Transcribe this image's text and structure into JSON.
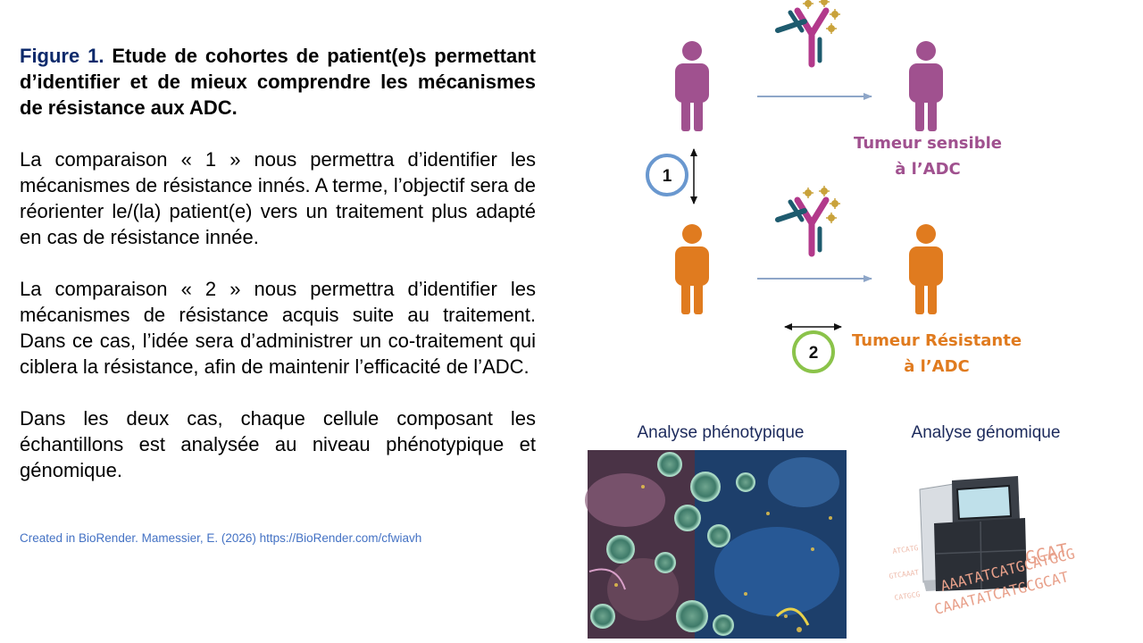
{
  "caption": {
    "figure_label": "Figure 1.",
    "title": "Etude de cohortes de patient(e)s permettant d’identifier et de mieux comprendre les mécanismes de résistance aux ADC."
  },
  "paragraphs": [
    "La comparaison « 1 » nous permettra d’identifier les mécanismes de résistance innés. A terme, l’objectif sera de réorienter le/(la) patient(e) vers un traitement plus adapté en cas de résistance innée.",
    "La comparaison « 2 » nous permettra d’identifier les mécanismes de résistance acquis suite au traitement. Dans ce cas, l’idée sera d’administrer un co-traitement qui ciblera la résistance, afin de maintenir l’efficacité de l’ADC.",
    "Dans les deux cas, chaque cellule composant les échantillons est analysée au niveau phénotypique et génomique."
  ],
  "credit": "Created in BioRender. Mamessier, E. (2026) https://BioRender.com/cfwiavh",
  "diagram": {
    "sensitive_label": [
      "Tumeur sensible",
      "à l’ADC"
    ],
    "resistant_label": [
      "Tumeur Résistante",
      "à l’ADC"
    ],
    "comparison_1": "1",
    "comparison_2": "2",
    "analysis_phenotypic": "Analyse phénotypique",
    "analysis_genomic": "Analyse génomique",
    "dna_sequence_lines": [
      "GCAT",
      "AAATATCATGCATGCG",
      "CAAATATCATGCGCAT"
    ]
  },
  "colors": {
    "sensitive": "#a0518f",
    "resistant": "#e07b1f",
    "comparison_1_ring": "#6a98cf",
    "comparison_2_ring": "#8bc34a",
    "antibody_pink": "#b2398b",
    "antibody_teal": "#1e5b6e",
    "payload": "#c9a23b",
    "dna": "#e8a08a",
    "analysis_text": "#1c2a5c",
    "figure_label": "#0d2a6b",
    "credit": "#4472c4"
  },
  "icons": [
    "person-icon",
    "antibody-drug-conjugate-icon",
    "sequencer-icon",
    "tissue-microscopy-image"
  ]
}
